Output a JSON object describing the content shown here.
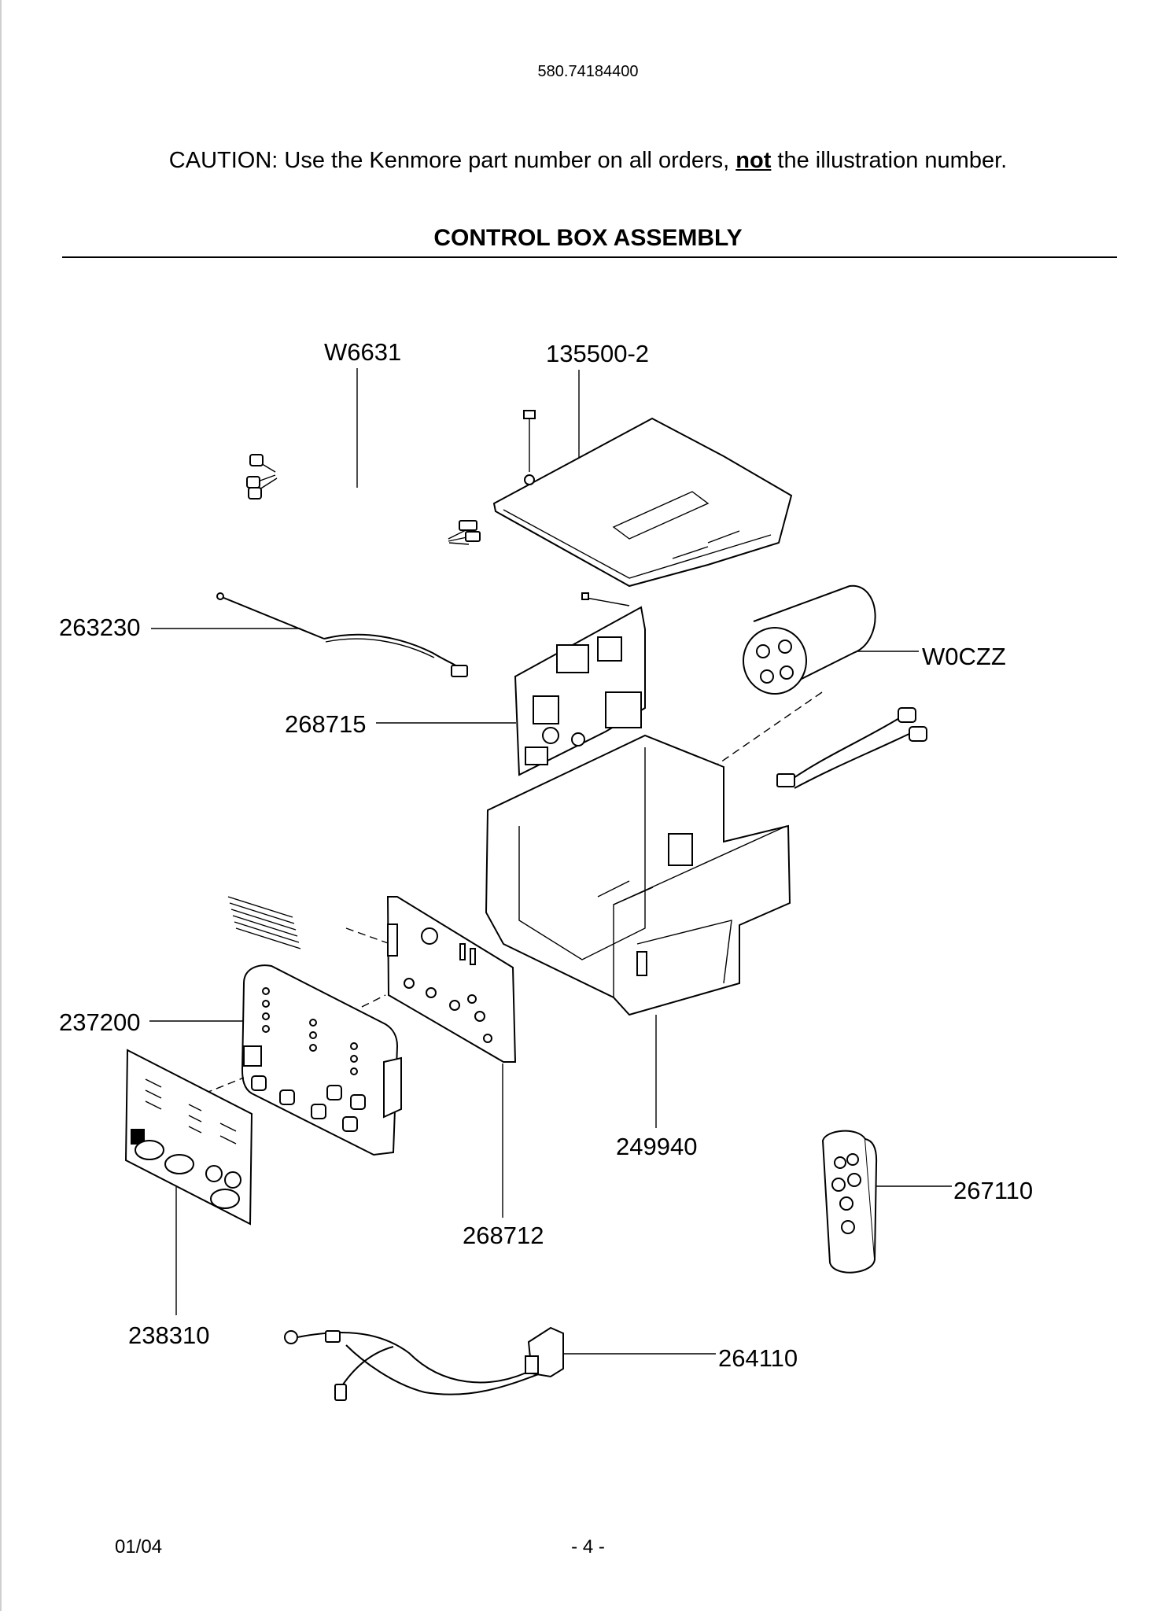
{
  "header": {
    "model_number": "580.74184400",
    "caution_prefix": "CAUTION: Use the Kenmore part number on all orders, ",
    "caution_emphasis": "not",
    "caution_suffix": " the illustration number.",
    "title": "CONTROL BOX ASSEMBLY"
  },
  "parts": [
    {
      "id": "W6631"
    },
    {
      "id": "135500-2"
    },
    {
      "id": "263230"
    },
    {
      "id": "W0CZZ"
    },
    {
      "id": "268715"
    },
    {
      "id": "237200"
    },
    {
      "id": "249940"
    },
    {
      "id": "267110"
    },
    {
      "id": "268712"
    },
    {
      "id": "238310"
    },
    {
      "id": "264110"
    }
  ],
  "footer": {
    "date": "01/04",
    "page": "- 4 -"
  }
}
